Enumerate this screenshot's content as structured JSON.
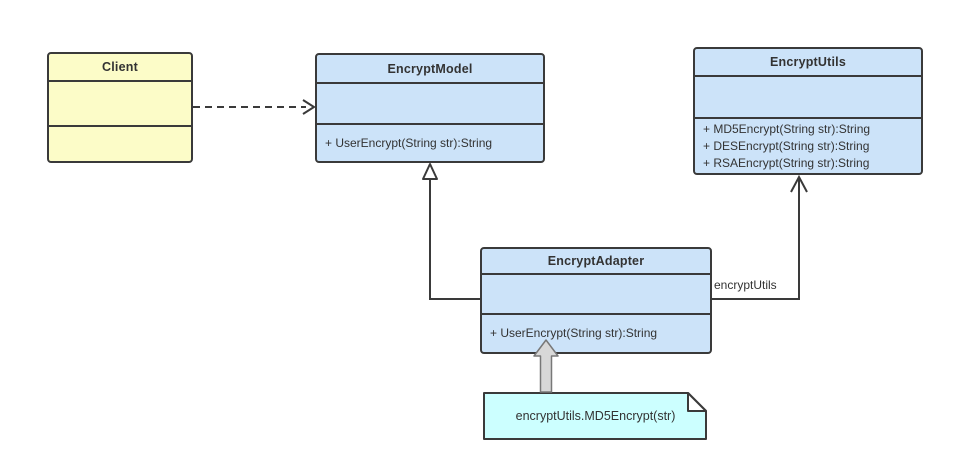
{
  "diagram": {
    "kind": "uml-class-diagram",
    "background": "#ffffff"
  },
  "colors": {
    "class_fill_yellow": "#fcfcc8",
    "class_fill_blue": "#cce3f9",
    "note_fill": "#ccffff",
    "note_fold": "#ffffff",
    "border": "#3a3a3a",
    "text": "#333333",
    "anchor_fill": "#d8d8d8",
    "anchor_stroke": "#787878"
  },
  "classes": [
    {
      "id": "client",
      "name": "Client",
      "attributes": [],
      "methods": []
    },
    {
      "id": "encrypt_model",
      "name": "EncryptModel",
      "attributes": [],
      "methods": [
        "+ UserEncrypt(String str):String"
      ]
    },
    {
      "id": "encrypt_utils",
      "name": "EncryptUtils",
      "attributes": [],
      "methods": [
        "+ MD5Encrypt(String str):String",
        "+ DESEncrypt(String str):String",
        "+ RSAEncrypt(String str):String"
      ]
    },
    {
      "id": "encrypt_adapter",
      "name": "EncryptAdapter",
      "attributes": [],
      "methods": [
        "+ UserEncrypt(String str):String"
      ]
    }
  ],
  "note": {
    "text": "encryptUtils.MD5Encrypt(str)",
    "attached_to": "EncryptAdapter"
  },
  "edges": [
    {
      "type": "dependency",
      "style": "dashed-open-arrow",
      "from": "Client",
      "to": "EncryptModel",
      "label": ""
    },
    {
      "type": "generalization",
      "style": "solid-hollow-triangle",
      "from": "EncryptAdapter",
      "to": "EncryptModel",
      "label": ""
    },
    {
      "type": "association",
      "style": "solid-open-arrow",
      "from": "EncryptAdapter",
      "to": "EncryptUtils",
      "label": "encryptUtils"
    },
    {
      "type": "note-anchor",
      "style": "thick-gray-arrow",
      "from": "note",
      "to": "EncryptAdapter",
      "label": ""
    }
  ]
}
